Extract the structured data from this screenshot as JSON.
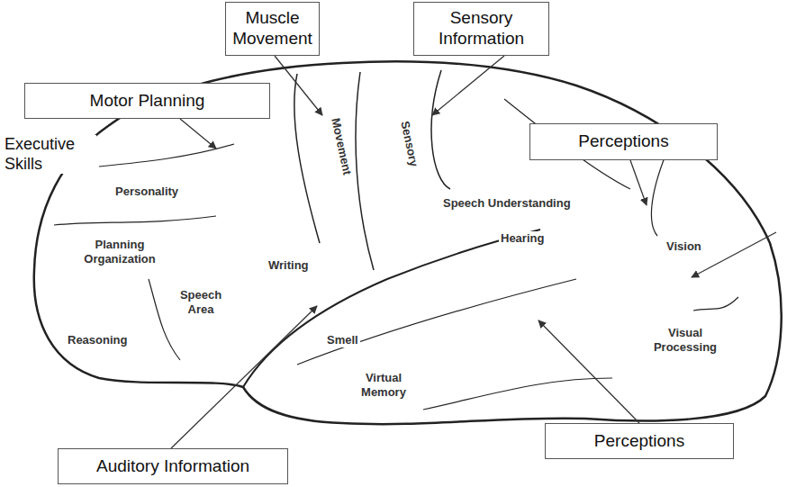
{
  "diagram": {
    "nodes": [
      {
        "text": [
          "Muscle Movement"
        ]
      },
      {
        "text": [
          "Sensory Information"
        ]
      },
      {
        "text": [
          "Motor Planning"
        ]
      },
      {
        "text": [
          "Perceptions"
        ]
      },
      {
        "text": [
          "Perceptions"
        ]
      },
      {
        "text": [
          "Auditory Information"
        ]
      }
    ],
    "labels": [
      "Executive Skills",
      "Personality",
      "Planning Organization",
      "Speech Area",
      "Reasoning",
      "Writing",
      "Movement",
      "Sensory",
      "Speech Understanding",
      "Hearing",
      "Vision",
      "Visual Processing",
      "Smell",
      "Virtual Memory"
    ]
  }
}
